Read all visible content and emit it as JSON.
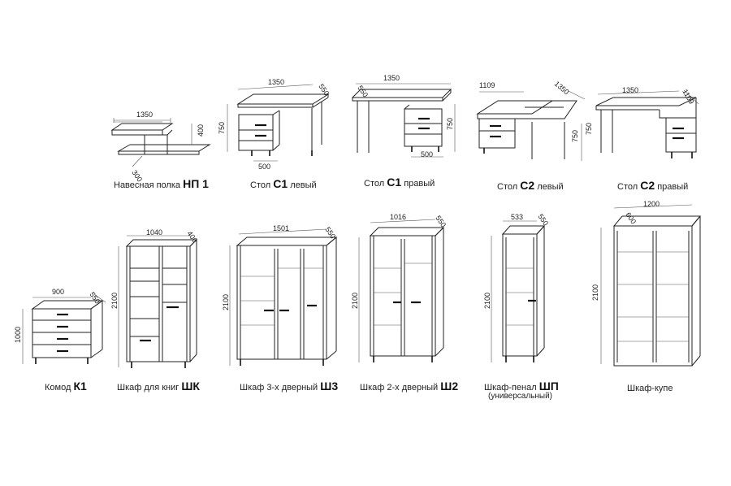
{
  "items": [
    {
      "name": "Навесная полка",
      "code": "НП 1",
      "suffix": "",
      "dims": {
        "w": "1350",
        "h": "400",
        "d": "300"
      }
    },
    {
      "name": "Стол",
      "code": "С1",
      "suffix": "левый",
      "dims": {
        "w": "1350",
        "d": "550",
        "h": "750",
        "b": "500"
      }
    },
    {
      "name": "Стол",
      "code": "С1",
      "suffix": "правый",
      "dims": {
        "w": "1350",
        "d": "550",
        "h": "750",
        "b": "500"
      }
    },
    {
      "name": "Стол",
      "code": "С2",
      "suffix": "левый",
      "dims": {
        "w": "1109",
        "w2": "1350",
        "h": "750"
      }
    },
    {
      "name": "Стол",
      "code": "С2",
      "suffix": "правый",
      "dims": {
        "w": "1350",
        "w2": "1109"
      }
    },
    {
      "name": "Комод",
      "code": "К1",
      "suffix": "",
      "dims": {
        "w": "900",
        "d": "550",
        "h": "1000"
      }
    },
    {
      "name": "Шкаф для книг",
      "code": "ШК",
      "suffix": "",
      "dims": {
        "w": "1040",
        "d": "400",
        "h": "2100"
      }
    },
    {
      "name": "Шкаф 3-х дверный",
      "code": "Ш3",
      "suffix": "",
      "dims": {
        "w": "1501",
        "d": "550",
        "h": "2100"
      }
    },
    {
      "name": "Шкаф 2-х дверный",
      "code": "Ш2",
      "suffix": "",
      "dims": {
        "w": "1016",
        "d": "550",
        "h": "2100"
      }
    },
    {
      "name": "Шкаф-пенал",
      "code": "ШП",
      "suffix": "(универсальный)",
      "dims": {
        "w": "533",
        "d": "550",
        "h": "2100"
      }
    },
    {
      "name": "Шкаф-купе",
      "code": "",
      "suffix": "",
      "dims": {
        "w": "1200",
        "d": "600",
        "h": "2100"
      }
    }
  ]
}
